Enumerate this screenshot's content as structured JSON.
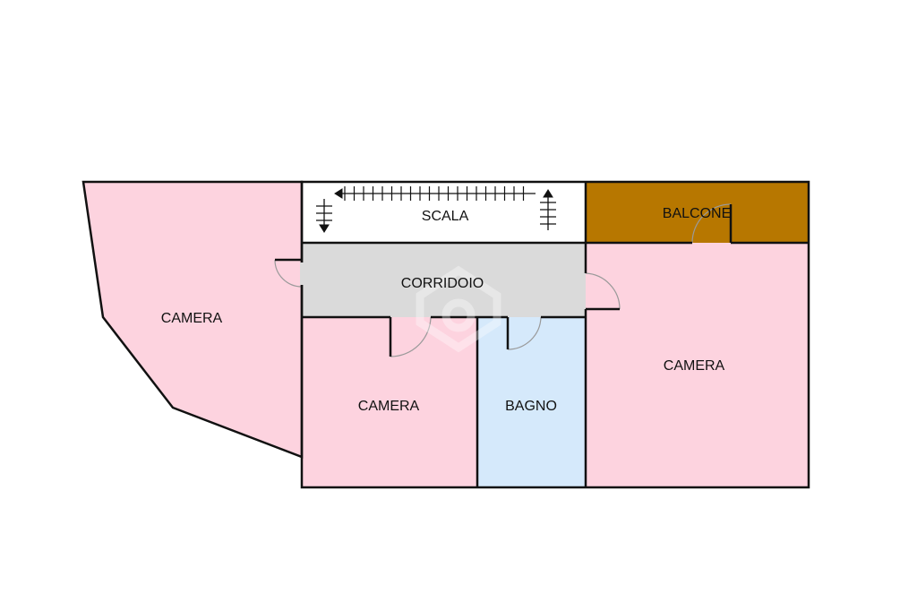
{
  "rooms": {
    "camera_left": {
      "label": "CAMERA",
      "color": "#fdd3df"
    },
    "scala": {
      "label": "SCALA",
      "color": "#ffffff"
    },
    "balcone": {
      "label": "BALCONE",
      "color": "#b77700"
    },
    "corridoio": {
      "label": "CORRIDOIO",
      "color": "#dadada"
    },
    "camera_center": {
      "label": "CAMERA",
      "color": "#fdd3df"
    },
    "bagno": {
      "label": "BAGNO",
      "color": "#d5e9fb"
    },
    "camera_right": {
      "label": "CAMERA",
      "color": "#fdd3df"
    }
  },
  "colors": {
    "wall": "#111111",
    "door_swing": "#9a9a9a"
  },
  "icons": {
    "stairs": "stairs-arrow-icon",
    "watermark": "house-watermark-icon"
  }
}
